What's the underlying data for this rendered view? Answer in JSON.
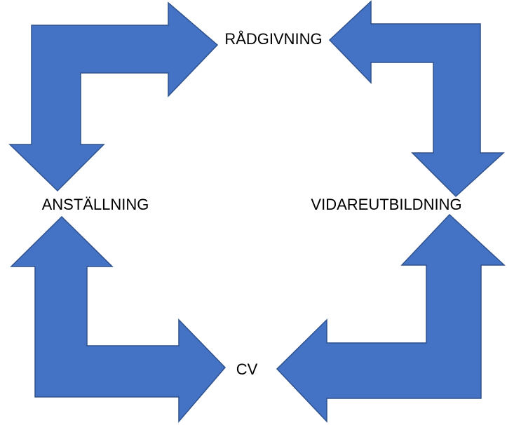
{
  "diagram": {
    "type": "cycle",
    "nodes": {
      "top": "RÅDGIVNING",
      "right": "VIDAREUTBILDNING",
      "bottom": "CV",
      "left": "ANSTÄLLNING"
    },
    "arrows": [
      {
        "from": "left",
        "to": "top"
      },
      {
        "from": "top",
        "to": "right"
      },
      {
        "from": "right",
        "to": "bottom"
      },
      {
        "from": "bottom",
        "to": "left"
      }
    ]
  },
  "colors": {
    "arrow_fill": "#4472C4",
    "arrow_stroke": "#2F528F",
    "text": "#000000",
    "background": "#FFFFFF"
  }
}
